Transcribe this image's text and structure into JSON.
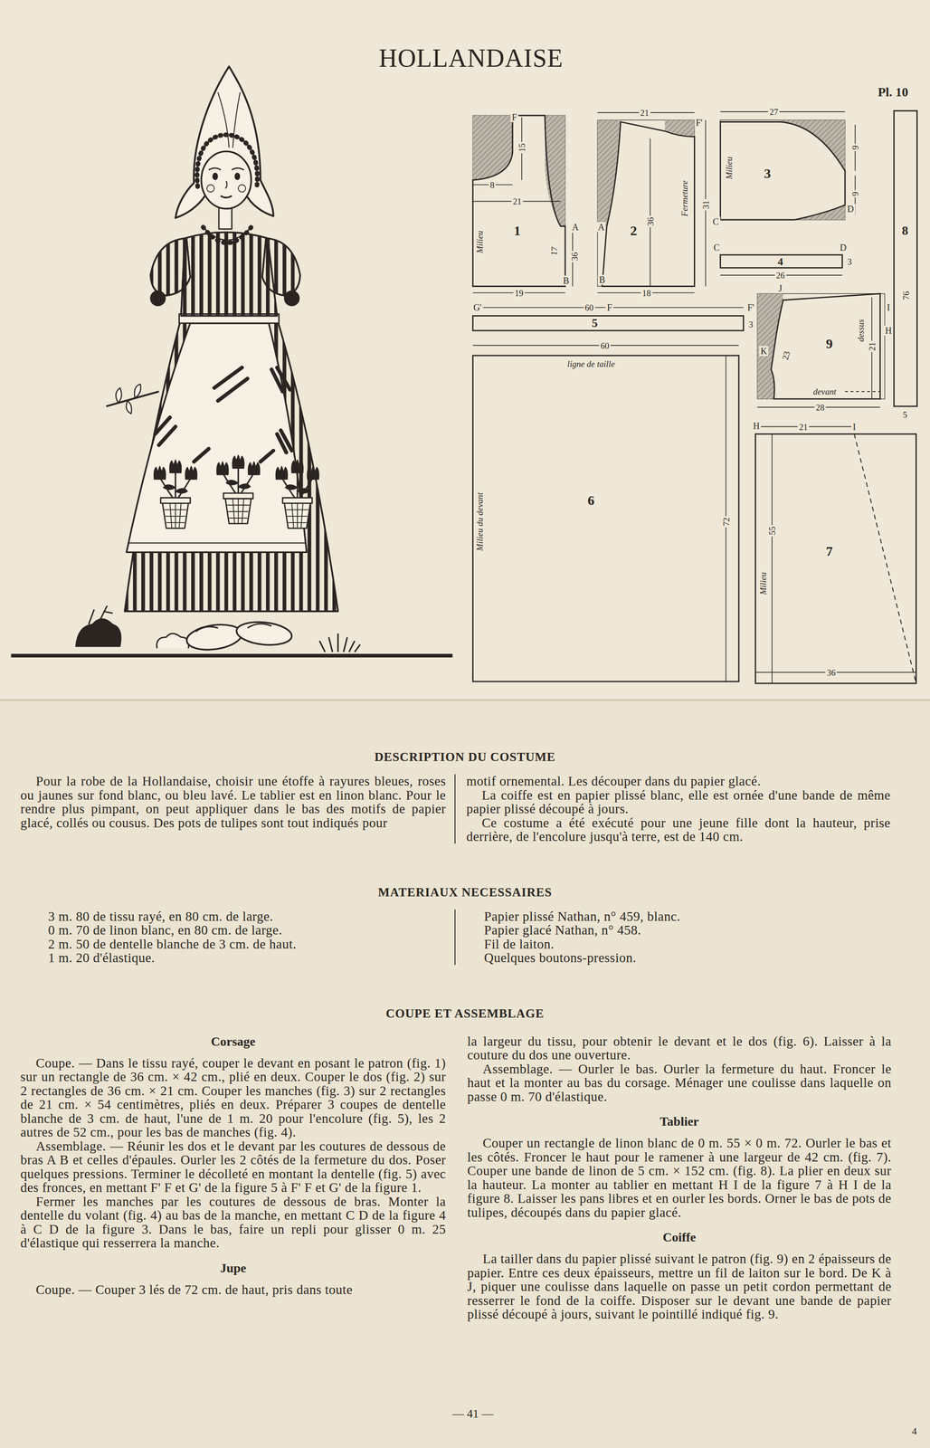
{
  "diagram": {
    "title": "HOLLANDAISE",
    "nodes": [
      {
        "text": [
          "1",
          "Milieu"
        ]
      },
      {
        "text": [
          "2",
          "Fermeture"
        ]
      },
      {
        "text": [
          "3",
          "Milieu"
        ]
      },
      {
        "text": [
          "4"
        ]
      },
      {
        "text": [
          "5"
        ]
      },
      {
        "text": [
          "ligne de taille",
          "6",
          "Milieu du devant"
        ]
      },
      {
        "text": [
          "9",
          "dessus",
          "devant"
        ]
      },
      {
        "text": [
          "8"
        ]
      },
      {
        "text": [
          "Milieu",
          "7"
        ]
      }
    ],
    "labels": [
      "Pl. 10",
      "F",
      "15",
      "8",
      "21",
      "A",
      "36",
      "17",
      "B",
      "19",
      "21",
      "F'",
      "A",
      "36",
      "31",
      "B",
      "18",
      "27",
      "9",
      "9",
      "C",
      "D",
      "C",
      "D",
      "3",
      "26",
      "G'",
      "60",
      "F",
      "F'",
      "3",
      "60",
      "72",
      "J",
      "K",
      "23",
      "21",
      "28",
      "I",
      "H",
      "76",
      "5",
      "H",
      "21",
      "I",
      "55",
      "36",
      "DESCRIPTION DU COSTUME",
      "Pour la robe de la Hollandaise, choisir une étoffe à rayures bleues, roses ou jaunes sur fond blanc, ou bleu lavé. Le tablier est en linon blanc. Pour le rendre plus pimpant, on peut appliquer dans le bas des motifs de papier glacé, collés ou cousus. Des pots de tulipes sont tout indiqués pour",
      "motif ornemental. Les découper dans du papier glacé.",
      "La coiffe est en papier plissé blanc, elle est ornée d'une bande de même papier plissé découpé à jours.",
      "Ce costume a été exécuté pour une jeune fille dont la hauteur, prise derrière, de l'encolure jusqu'à terre, est de 140 cm.",
      "MATERIAUX NECESSAIRES",
      "3 m. 80 de tissu rayé, en 80 cm. de large.",
      "0 m. 70 de linon blanc, en 80 cm. de large.",
      "2 m. 50 de dentelle blanche de 3 cm. de haut.",
      "1 m. 20 d'élastique.",
      "Papier plissé Nathan, n° 459, blanc.",
      "Papier glacé Nathan, n° 458.",
      "Fil de laiton.",
      "Quelques boutons-pression.",
      "COUPE ET ASSEMBLAGE",
      "Corsage",
      "Coupe. — Dans le tissu rayé, couper le devant en posant le patron (fig. 1) sur un rectangle de 36 cm. × 42 cm., plié en deux. Couper le dos (fig. 2) sur 2 rectangles de 36 cm. × 21 cm. Couper les manches (fig. 3) sur 2 rectangles de 21 cm. × 54 centimètres, pliés en deux. Préparer 3 coupes de dentelle blanche de 3 cm. de haut, l'une de 1 m. 20 pour l'encolure (fig. 5), les 2 autres de 52 cm., pour les bas de manches (fig. 4).",
      "Assemblage. — Réunir les dos et le devant par les coutures de dessous de bras A B et celles d'épaules. Ourler les 2 côtés de la fermeture du dos. Poser quelques pressions. Terminer le décolleté en montant la dentelle (fig. 5) avec des fronces, en mettant F' F et G' de la figure 5 à F' F et G' de la figure 1.",
      "Fermer les manches par les coutures de dessous de bras. Monter la dentelle du volant (fig. 4) au bas de la manche, en mettant C D de la figure 4 à C D de la figure 3. Dans le bas, faire un repli pour glisser 0 m. 25 d'élastique qui resserrera la manche.",
      "Jupe",
      "Coupe. — Couper 3 lés de 72 cm. de haut, pris dans toute",
      "la largeur du tissu, pour obtenir le devant et le dos (fig. 6). Laisser à la couture du dos une ouverture.",
      "Assemblage. — Ourler le bas. Ourler la fermeture du haut. Froncer le haut et la monter au bas du corsage. Ménager une coulisse dans laquelle on passe 0 m. 70 d'élastique.",
      "Tablier",
      "Couper un rectangle de linon blanc de 0 m. 55 × 0 m. 72. Ourler le bas et les côtés. Froncer le haut pour le ramener à une largeur de 42 cm. (fig. 7). Couper une bande de linon de 5 cm. × 152 cm. (fig. 8). La plier en deux sur la hauteur. La monter au tablier en mettant H I de la figure 7 à H I de la figure 8. Laisser les pans libres et en ourler les bords. Orner le bas de pots de tulipes, découpés dans du papier glacé.",
      "Coiffe",
      "La tailler dans du papier plissé suivant le patron (fig. 9) en 2 épaisseurs de papier. Entre ces deux épaisseurs, mettre un fil de laiton sur le bord. De K à J, piquer une coulisse dans laquelle on passe un petit cordon permettant de resserrer le fond de la coiffe. Disposer sur le devant une bande de papier plissé découpé à jours, suivant le pointillé indiqué fig. 9.",
      "— 41 —",
      "4"
    ]
  }
}
